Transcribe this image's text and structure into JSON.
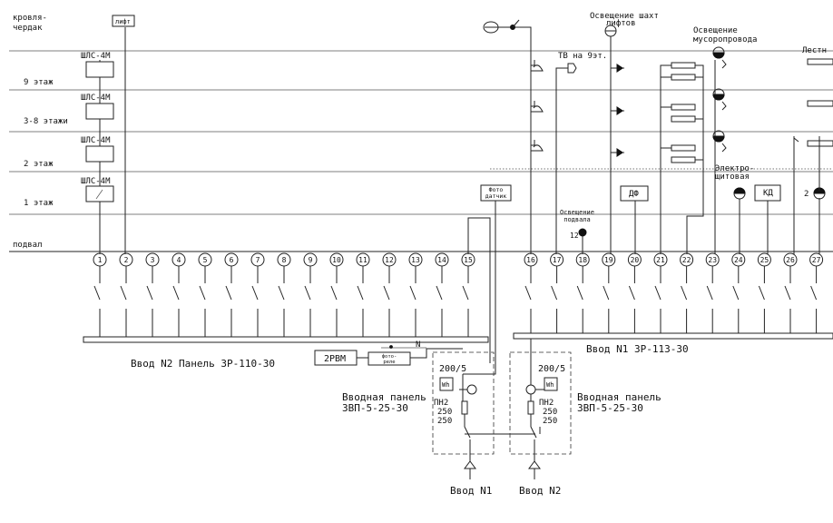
{
  "floors": {
    "roof": "кровля-\nчердак",
    "f9": "9 этаж",
    "f3_8": "3-8 этажи",
    "f2": "2 этаж",
    "f1": "1 этаж",
    "basement": "подвал"
  },
  "panels": {
    "shls": "ШЛС-4М",
    "lift": "лифт",
    "photo_sensor": "Фото\nдатчик",
    "df": "ДФ",
    "kd": "КД",
    "rele_2rvm": "2РВМ",
    "photo_rele": "фото-\nреле",
    "n_mark": "N"
  },
  "circuits_left": [
    "1",
    "2",
    "3",
    "4",
    "5",
    "6",
    "7",
    "8",
    "9",
    "10",
    "11",
    "12",
    "13",
    "14",
    "15"
  ],
  "circuits_right": [
    "16",
    "17",
    "18",
    "19",
    "20",
    "21",
    "22",
    "23",
    "24",
    "25",
    "26",
    "27"
  ],
  "labels": {
    "lift_shaft_light": "Освещение шахт\nлифтов",
    "tv_9": "ТВ на 9эт.",
    "chute_light": "Освещение\nмусоропровода",
    "stairs": "Лестн",
    "switchboard": "Электро-\nщитовая",
    "basement_light": "Освещение\nподвала",
    "n12": "12",
    "n2": "2",
    "input2_panel": "Ввод N2 Панель ЗР-110-30",
    "input1_panel": "Ввод N1 ЗР-113-30",
    "intro_panel_left": "Вводная панель\nЗВП-5-25-30",
    "intro_panel_right": "Вводная панель\nЗВП-5-25-30",
    "ct": "200/5",
    "wh": "Wh",
    "pn2": "ПН2",
    "f250a": "250",
    "f250b": "250",
    "input_n1": "Ввод N1",
    "input_n2": "Ввод N2"
  }
}
